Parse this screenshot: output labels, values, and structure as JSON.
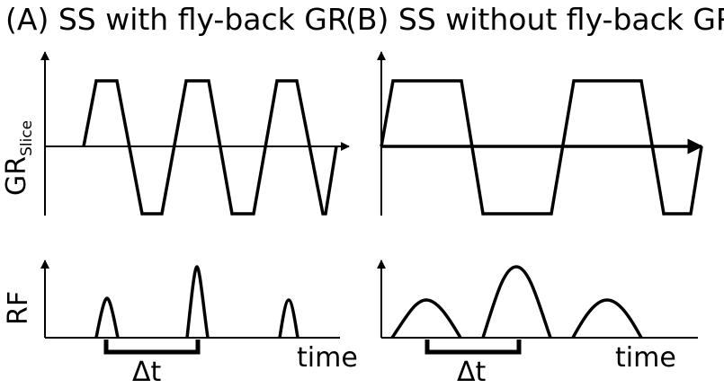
{
  "panel_a": {
    "title": "(A) SS with fly-back GR",
    "time_label": "time",
    "delta_label": "Δt"
  },
  "panel_b": {
    "title": "(B) SS without fly-back GR",
    "time_label": "time",
    "delta_label": "Δt"
  },
  "labels": {
    "gr_main": "GR",
    "gr_sub": "Slice",
    "rf": "RF"
  },
  "colors": {
    "stroke": "#000000",
    "background": "#ffffff"
  }
}
